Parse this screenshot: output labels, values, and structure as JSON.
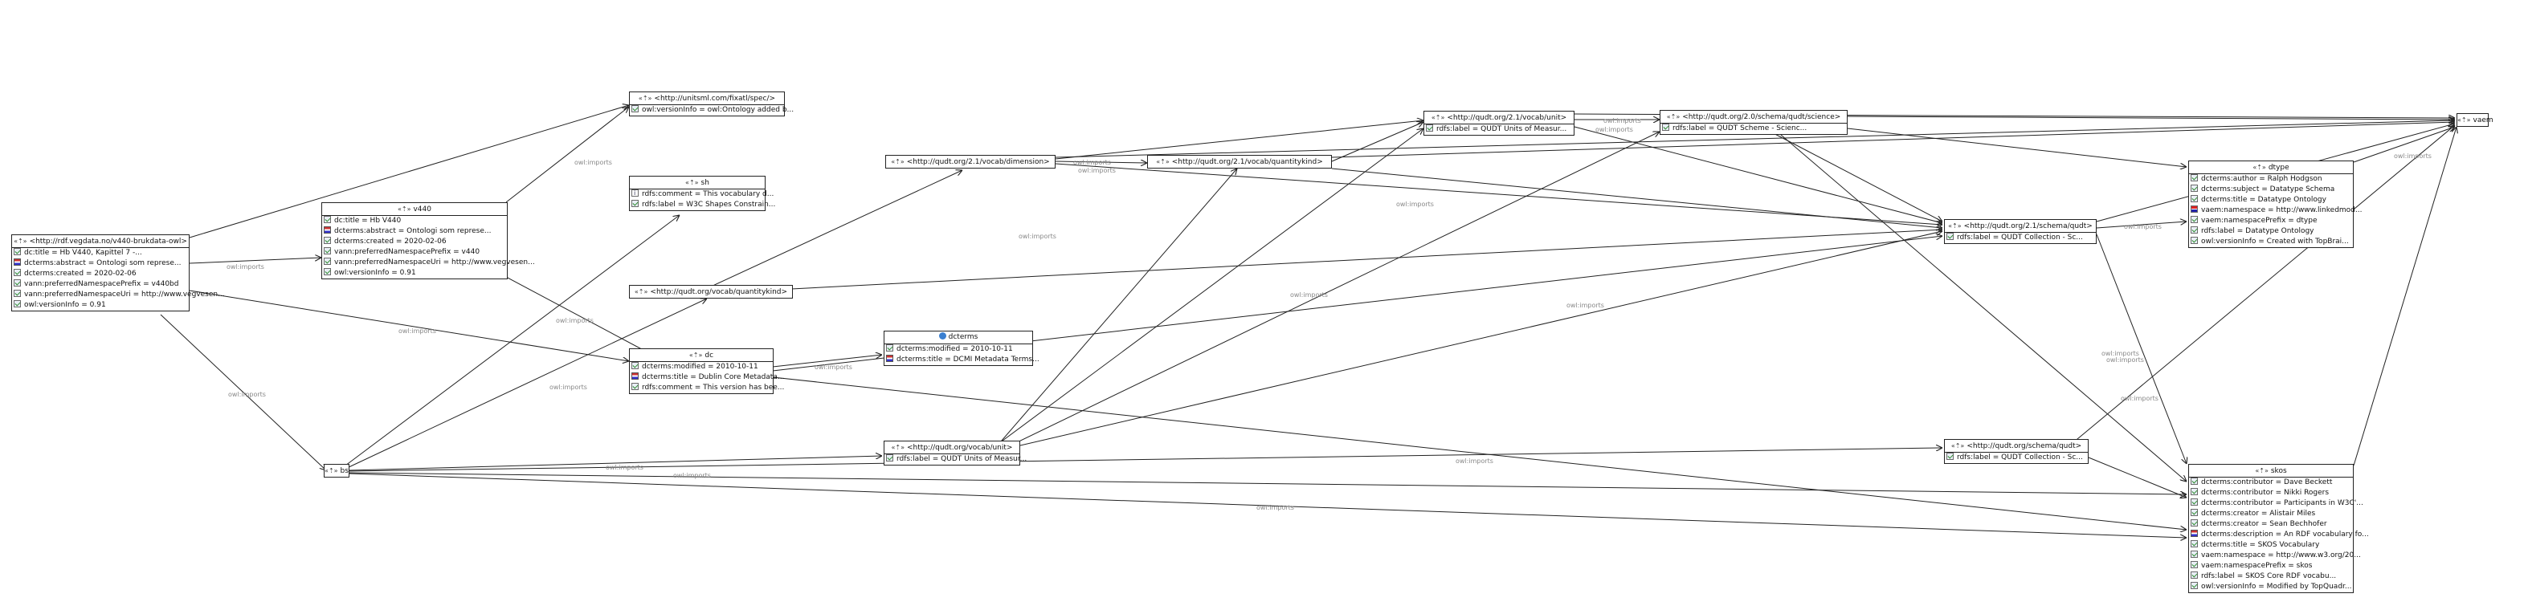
{
  "edge_label": "owl:imports",
  "title_icon": "«⇡»",
  "nodes": [
    {
      "id": "bruksdata",
      "title": "<http://rdf.vegdata.no/v440-brukdata-owl>",
      "rows": [
        {
          "icon": "chk",
          "text": "dc:title = Hb V440, Kapittel 7 -..."
        },
        {
          "icon": "flag",
          "text": "dcterms:abstract = Ontologi som represe..."
        },
        {
          "icon": "chk",
          "text": "dcterms:created = 2020-02-06"
        },
        {
          "icon": "chk",
          "text": "vann:preferredNamespacePrefix = v440bd"
        },
        {
          "icon": "chk",
          "text": "vann:preferredNamespaceUri = http://www.vegvesen..."
        },
        {
          "icon": "chk",
          "text": "owl:versionInfo = 0.91"
        }
      ]
    },
    {
      "id": "v440",
      "title": "v440",
      "rows": [
        {
          "icon": "chk",
          "text": "dc:title = Hb V440"
        },
        {
          "icon": "flag",
          "text": "dcterms:abstract = Ontologi som represe..."
        },
        {
          "icon": "chk",
          "text": "dcterms:created = 2020-02-06"
        },
        {
          "icon": "chk",
          "text": "vann:preferredNamespacePrefix = v440"
        },
        {
          "icon": "chk",
          "text": "vann:preferredNamespaceUri = http://www.vegvesen..."
        },
        {
          "icon": "chk",
          "text": "owl:versionInfo = 0.91"
        }
      ]
    },
    {
      "id": "units",
      "title": "<http://unitsml.com/fixatl/spec/>",
      "rows": [
        {
          "icon": "chk",
          "text": "owl:versionInfo = owl:Ontology added b..."
        }
      ]
    },
    {
      "id": "sh",
      "title": "sh",
      "rows": [
        {
          "icon": "info",
          "text": "rdfs:comment = This vocabulary d..."
        },
        {
          "icon": "chk",
          "text": "rdfs:label = W3C Shapes Constrain..."
        }
      ]
    },
    {
      "id": "quantitykind",
      "title": "<http://qudt.org/vocab/quantitykind>",
      "rows": []
    },
    {
      "id": "dc",
      "title": "dc",
      "rows": [
        {
          "icon": "chk",
          "text": "dcterms:modified = 2010-10-11"
        },
        {
          "icon": "flag",
          "text": "dcterms:title = Dublin Core Metadata..."
        },
        {
          "icon": "chk",
          "text": "rdfs:comment = This version has bee..."
        }
      ]
    },
    {
      "id": "dcterms",
      "title": "dcterms",
      "rows": [
        {
          "icon": "chk",
          "text": "dcterms:modified = 2010-10-11"
        },
        {
          "icon": "flag",
          "text": "dcterms:title = DCMI Metadata Terms..."
        }
      ]
    },
    {
      "id": "bs",
      "title": "bs",
      "rows": []
    },
    {
      "id": "dimension",
      "title": "<http://qudt.org/2.1/vocab/dimension>",
      "rows": []
    },
    {
      "id": "quantitykind21",
      "title": "<http://qudt.org/2.1/vocab/quantitykind>",
      "rows": []
    },
    {
      "id": "unit21",
      "title": "<http://qudt.org/2.1/vocab/unit>",
      "rows": [
        {
          "icon": "chk",
          "text": "rdfs:label = QUDT Units of Measur..."
        }
      ]
    },
    {
      "id": "science",
      "title": "<http://qudt.org/2.0/schema/qudt/science>",
      "rows": [
        {
          "icon": "chk",
          "text": "rdfs:label = QUDT Scheme - Scienc..."
        }
      ]
    },
    {
      "id": "vocabunit",
      "title": "<http://qudt.org/vocab/unit>",
      "rows": [
        {
          "icon": "chk",
          "text": "rdfs:label = QUDT Units of Measur..."
        }
      ]
    },
    {
      "id": "schemaqudt21",
      "title": "<http://qudt.org/2.1/schema/qudt>",
      "rows": [
        {
          "icon": "chk",
          "text": "rdfs:label = QUDT Collection - Sc..."
        }
      ]
    },
    {
      "id": "schemaqudt",
      "title": "<http://qudt.org/schema/qudt>",
      "rows": [
        {
          "icon": "chk",
          "text": "rdfs:label = QUDT Collection - Sc..."
        }
      ]
    },
    {
      "id": "vaem",
      "title": "vaem",
      "rows": []
    },
    {
      "id": "dtype",
      "title": "dtype",
      "rows": [
        {
          "icon": "chk",
          "text": "dcterms:author = Ralph Hodgson"
        },
        {
          "icon": "chk",
          "text": "dcterms:subject = Datatype Schema"
        },
        {
          "icon": "chk",
          "text": "dcterms:title = Datatype Ontology"
        },
        {
          "icon": "gb",
          "text": "vaem:namespace = http://www.linkedmod..."
        },
        {
          "icon": "chk",
          "text": "vaem:namespacePrefix = dtype"
        },
        {
          "icon": "chk",
          "text": "rdfs:label = Datatype Ontology"
        },
        {
          "icon": "chk",
          "text": "owl:versionInfo = Created with TopBrai..."
        }
      ]
    },
    {
      "id": "skos",
      "title": "skos",
      "rows": [
        {
          "icon": "chk",
          "text": "dcterms:contributor = Dave Beckett"
        },
        {
          "icon": "chk",
          "text": "dcterms:contributor = Nikki Rogers"
        },
        {
          "icon": "chk",
          "text": "dcterms:contributor = Participants in W3C'..."
        },
        {
          "icon": "chk",
          "text": "dcterms:creator = Alistair Miles"
        },
        {
          "icon": "chk",
          "text": "dcterms:creator = Sean Bechhofer"
        },
        {
          "icon": "flag",
          "text": "dcterms:description = An RDF vocabulary fo..."
        },
        {
          "icon": "chk",
          "text": "dcterms:title = SKOS Vocabulary"
        },
        {
          "icon": "chk",
          "text": "vaem:namespace = http://www.w3.org/20..."
        },
        {
          "icon": "chk",
          "text": "vaem:namespacePrefix = skos"
        },
        {
          "icon": "chk",
          "text": "rdfs:label = SKOS Core RDF vocabu..."
        },
        {
          "icon": "chk",
          "text": "owl:versionInfo = Modified by TopQuadr..."
        }
      ]
    }
  ]
}
